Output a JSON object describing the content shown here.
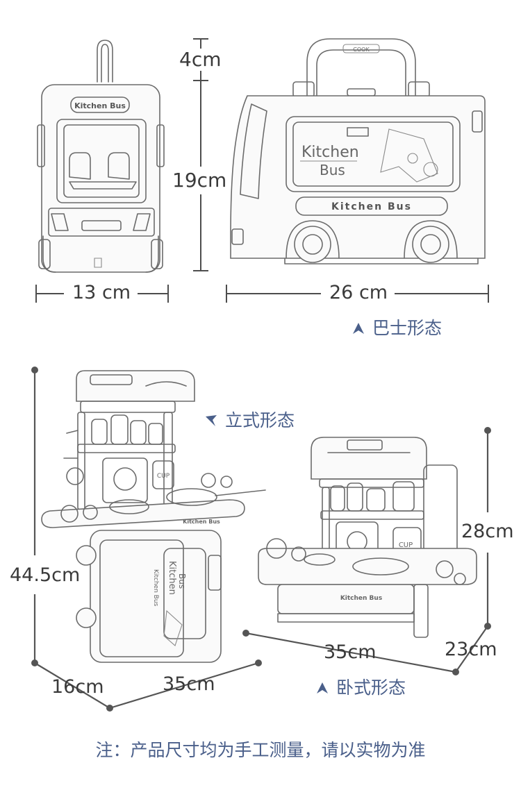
{
  "bus_mode": {
    "label": "巴士形态",
    "dims": {
      "handle": "4cm",
      "height": "19cm",
      "front_width": "13 cm",
      "side_length": "26 cm"
    },
    "decals": {
      "front_sign": "Kitchen Bus",
      "window_title_1": "Kitchen",
      "window_title_2": "Bus",
      "side_banner": "Kitchen Bus",
      "handle_tag": "COOK"
    }
  },
  "standing_mode": {
    "label": "立式形态",
    "dims": {
      "height": "44.5cm",
      "depth": "16cm",
      "width": "35cm"
    },
    "decals": {
      "counter_sign": "Kitchen Bus",
      "cup": "CUP",
      "side_1": "Kitchen",
      "side_2": "Bus",
      "side_3": "Kitchen Bus"
    }
  },
  "lying_mode": {
    "label": "卧式形态",
    "dims": {
      "height": "28cm",
      "width": "35cm",
      "depth": "23cm"
    },
    "decals": {
      "counter_sign": "Kitchen Bus",
      "cup": "CUP"
    }
  },
  "note": "注：产品尺寸均为手工测量，请以实物为准",
  "colors": {
    "line": "#4d4d4d",
    "accent": "#4a5f8a",
    "sketch": "#6b6b6b"
  }
}
